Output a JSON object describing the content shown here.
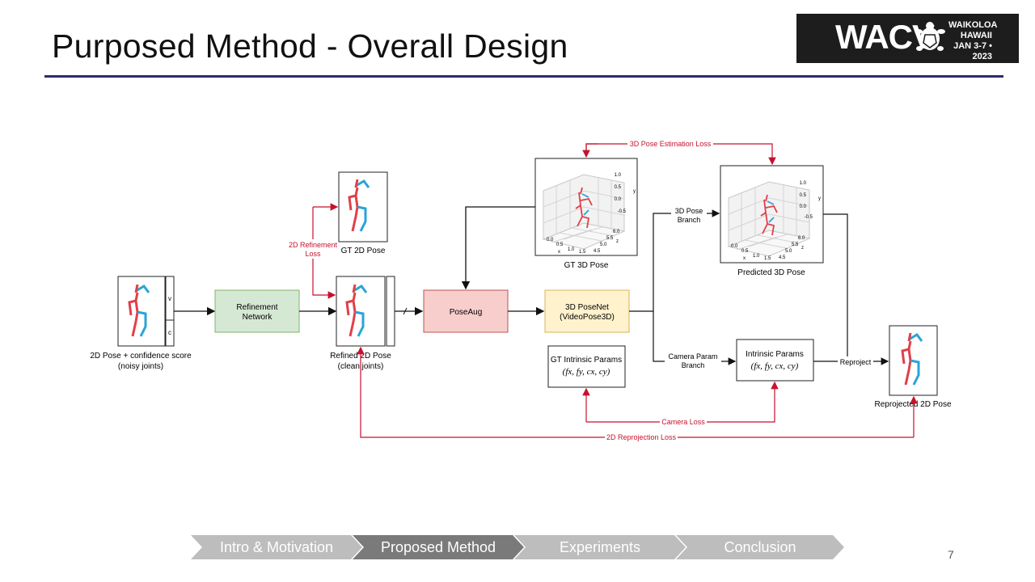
{
  "slide": {
    "title": "Purposed Method - Overall Design",
    "page_number": "7"
  },
  "logo": {
    "main": "WACV",
    "line1": "WAIKOLOA",
    "line2": "HAWAII",
    "line3": "JAN 3-7 • 2023"
  },
  "diagram": {
    "input_label_1": "2D Pose + confidence score",
    "input_label_2": "(noisy joints)",
    "v_label": "v",
    "c_label": "c",
    "refinement_1": "Refinement",
    "refinement_2": "Network",
    "refine_loss_1": "2D Refinement",
    "refine_loss_2": "Loss",
    "gt2d_label": "GT 2D Pose",
    "refined_label_1": "Refined 2D Pose",
    "refined_label_2": "(clean joints)",
    "poseaug": "PoseAug",
    "posenet_1": "3D PoseNet",
    "posenet_2": "(VideoPose3D)",
    "gt3d_label": "GT 3D Pose",
    "pred3d_label": "Predicted 3D Pose",
    "est_loss": "3D Pose Estimation Loss",
    "branch_3d_1": "3D Pose",
    "branch_3d_2": "Branch",
    "branch_cam_1": "Camera Param",
    "branch_cam_2": "Branch",
    "gt_intr_1": "GT Intrinsic Params",
    "intr_1": "Intrinsic Params",
    "intr_formula": "(fx, fy, cx, cy)",
    "reproject": "Reproject",
    "reproj_label": "Reprojected 2D Pose",
    "camera_loss": "Camera Loss",
    "reproj_loss": "2D Reprojection Loss",
    "plot_ticks_y": [
      "1.0",
      "0.5",
      "0.0",
      "-0.5"
    ],
    "plot_ticks_z": [
      "6.0",
      "5.5",
      "5.0",
      "4.5"
    ],
    "plot_ticks_x": [
      "0.0",
      "0.5",
      "1.0",
      "1.5"
    ],
    "axis_x": "x",
    "axis_y": "y",
    "axis_z": "z"
  },
  "nav": {
    "items": [
      "Intro & Motivation",
      "Proposed Method",
      "Experiments",
      "Conclusion"
    ],
    "active_index": 1
  },
  "colors": {
    "red": "#c8102e",
    "limb_red": "#e0404a",
    "limb_blue": "#2aa3d8",
    "green": "#d5e8d4",
    "pink": "#f8cecc",
    "yellow": "#fff2cc",
    "nav_active": "#7a7a7a",
    "nav_inactive": "#bdbdbd"
  }
}
